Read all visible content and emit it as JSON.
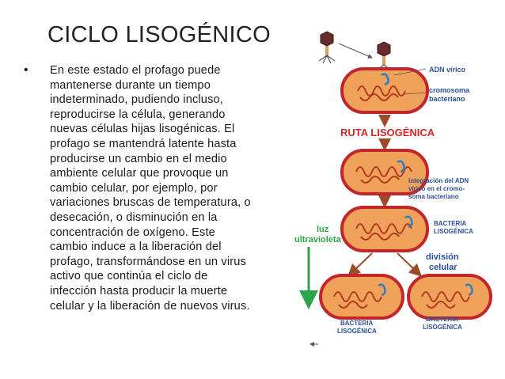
{
  "slide": {
    "title": "CICLO LISOGÉNICO",
    "bullet_marker": "•",
    "lines": [
      "En este estado el profago puede",
      "mantenerse durante un tiempo",
      "indeterminado, pudiendo incluso,",
      "reproducirse la célula, generando",
      "nuevas células hijas lisogénicas. El",
      "profago se mantendrá latente hasta",
      "producirse un cambio en el medio",
      "ambiente  celular que provoque un",
      "cambio celular, por ejemplo, por",
      "variaciones bruscas de temperatura, o",
      "desecación, o disminución en la",
      "concentración de oxígeno. Este",
      "cambio induce a la liberación del",
      "profago, transformándose en un virus",
      "activo que continúa el ciclo de",
      "infección hasta producir la muerte",
      "celular y la liberación de nuevos virus."
    ]
  },
  "diagram": {
    "adn_virico": "ADN vírico",
    "cromosoma_1": "cromosoma",
    "cromosoma_2": "bacteriano",
    "ruta": "RUTA LISOGÉNICA",
    "integracion_1": "integración del ADN",
    "integracion_2": "vírico en el cromo-",
    "integracion_3": "soma bacteriano",
    "bacteria_mid_1": "BACTERIA",
    "bacteria_mid_2": "LISOGÉNICA",
    "luz_1": "luz",
    "luz_2": "ultravioleta",
    "division_1": "división",
    "division_2": "celular",
    "bacteria_left_1": "BACTERIA",
    "bacteria_left_2": "LISOGÉNICA",
    "bacteria_right_1": "BACTERIA",
    "bacteria_right_2": "LISOGÉNICA",
    "colors": {
      "cell_fill": "#f0a25a",
      "cell_border": "#c0262a",
      "chromosome": "#b23a1e",
      "viral_dna": "#2a7fc2",
      "label_blue": "#2b4f9a",
      "ruta_red": "#d8262b",
      "uv_green": "#2ca44a"
    }
  }
}
